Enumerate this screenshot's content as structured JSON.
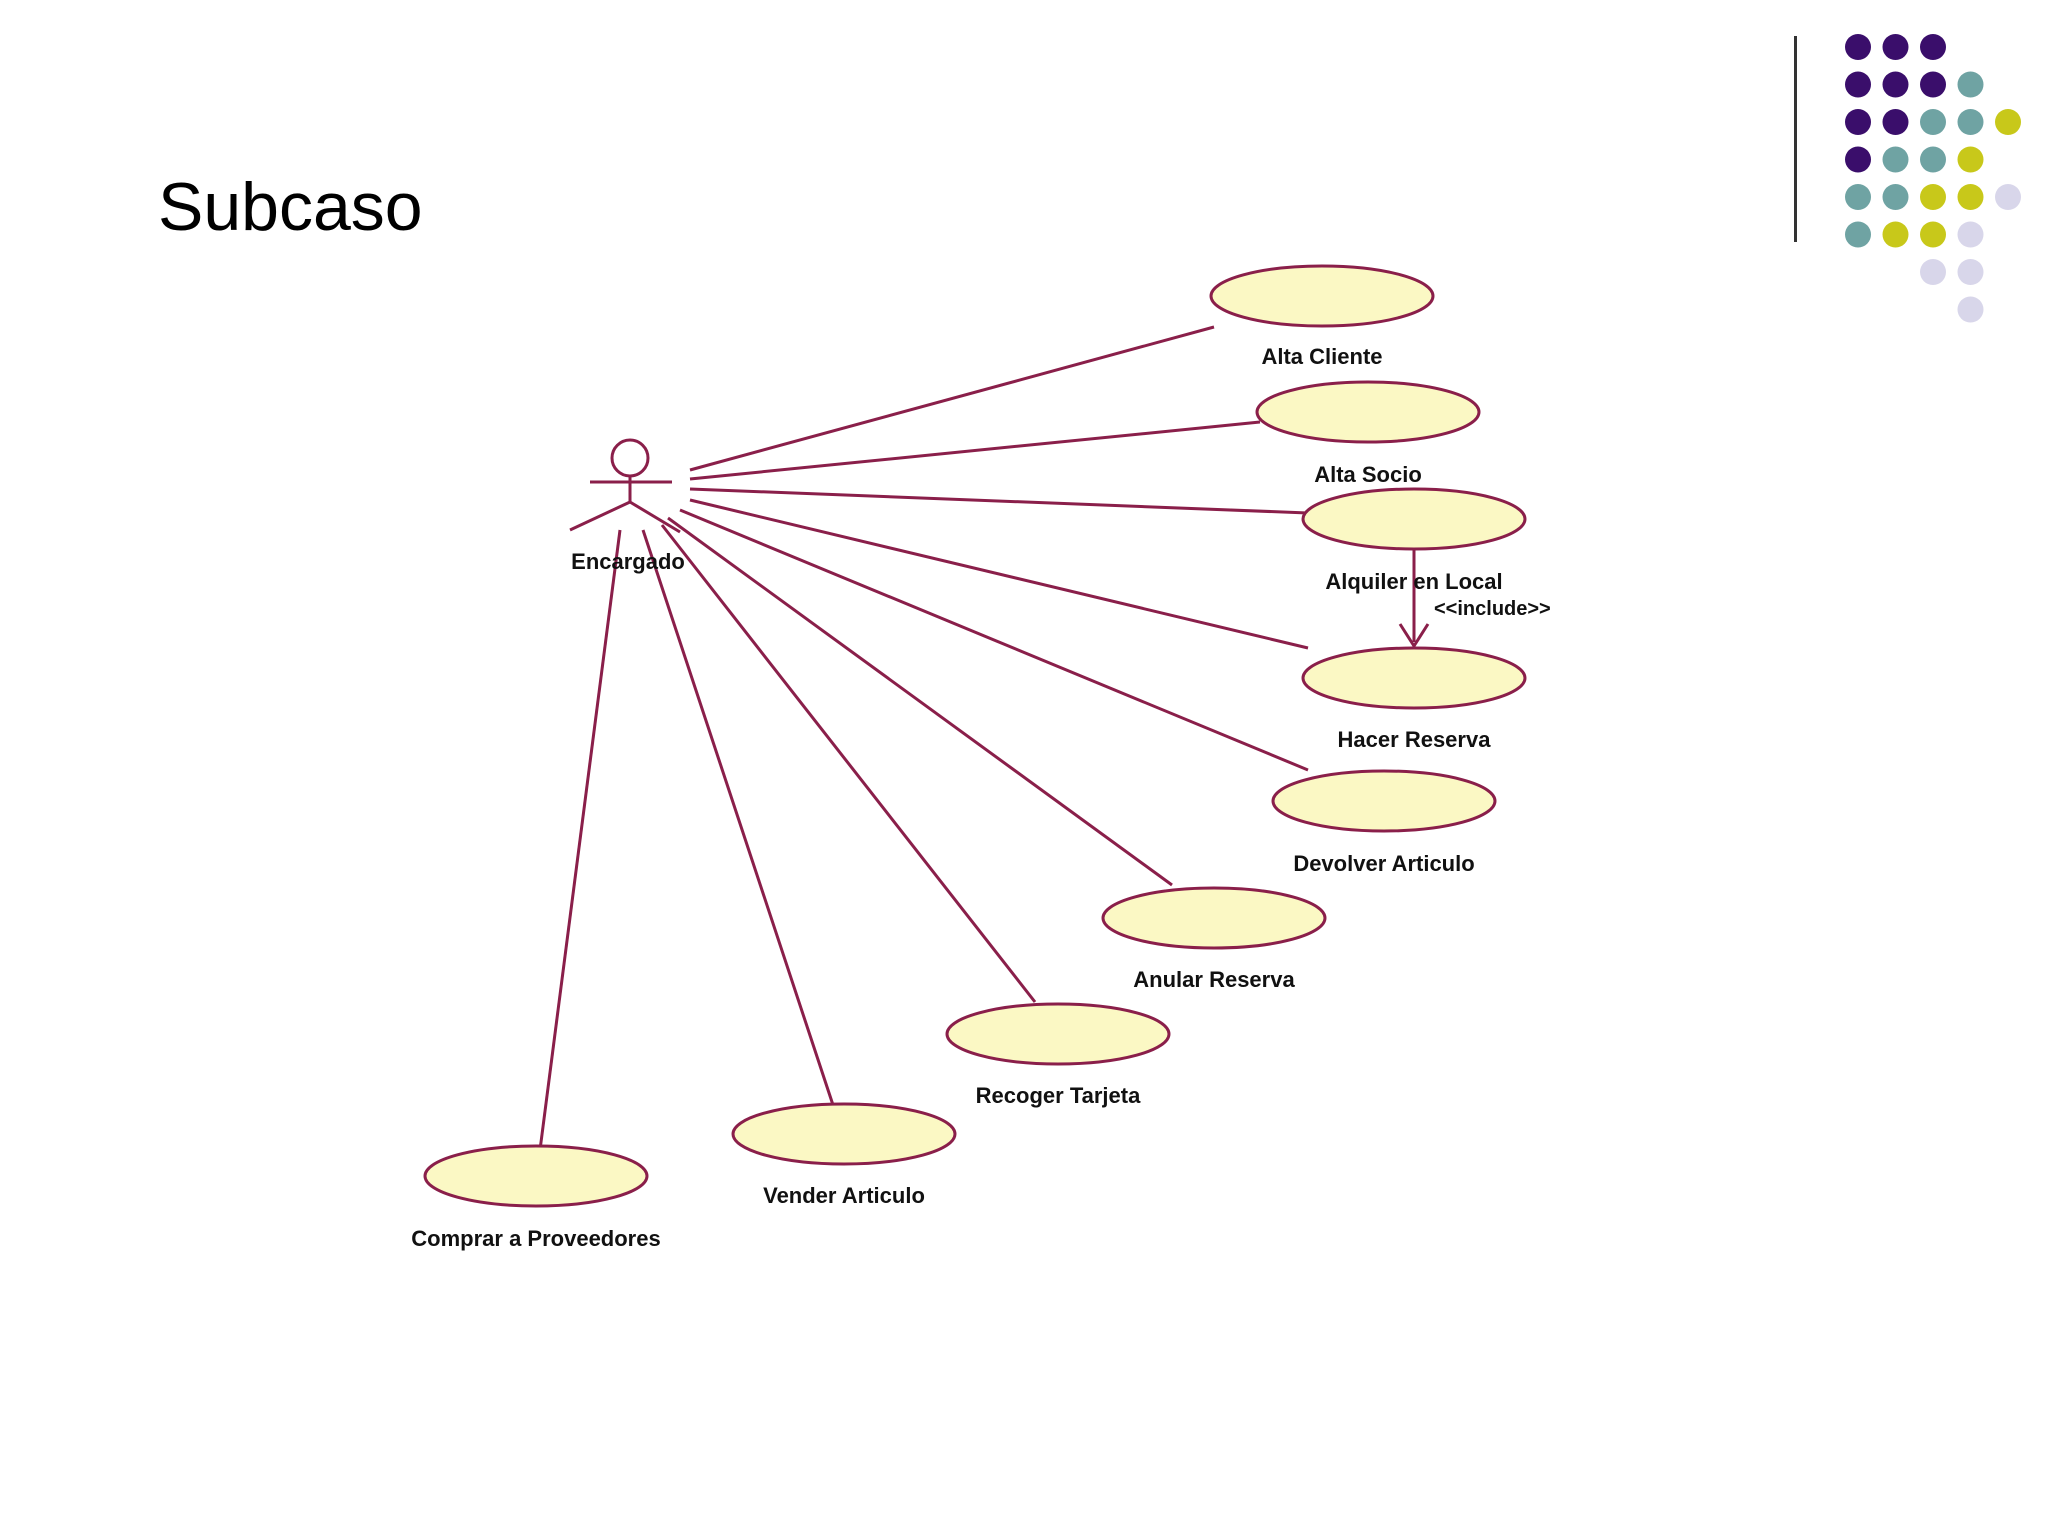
{
  "slide": {
    "title": "Subcaso"
  },
  "colors": {
    "purple": "#3a0e6b",
    "teal": "#6fa3a3",
    "olive": "#c8c81a",
    "lavender": "#d8d6ea",
    "line": "#8a1f4a",
    "usecase_fill": "#fbf8c4"
  },
  "diagram": {
    "actor": {
      "label": "Encargado"
    },
    "usecases": [
      {
        "id": "alta-cliente",
        "label": "Alta Cliente"
      },
      {
        "id": "alta-socio",
        "label": "Alta Socio"
      },
      {
        "id": "alquiler-en-local",
        "label": "Alquiler en Local"
      },
      {
        "id": "hacer-reserva",
        "label": "Hacer Reserva"
      },
      {
        "id": "devolver-articulo",
        "label": "Devolver Articulo"
      },
      {
        "id": "anular-reserva",
        "label": "Anular Reserva"
      },
      {
        "id": "recoger-tarjeta",
        "label": "Recoger Tarjeta"
      },
      {
        "id": "vender-articulo",
        "label": "Vender Articulo"
      },
      {
        "id": "comprar-a-proveedores",
        "label": "Comprar a Proveedores"
      }
    ],
    "include": {
      "from": "alquiler-en-local",
      "to": "hacer-reserva",
      "stereotype": "<<include>>"
    }
  }
}
